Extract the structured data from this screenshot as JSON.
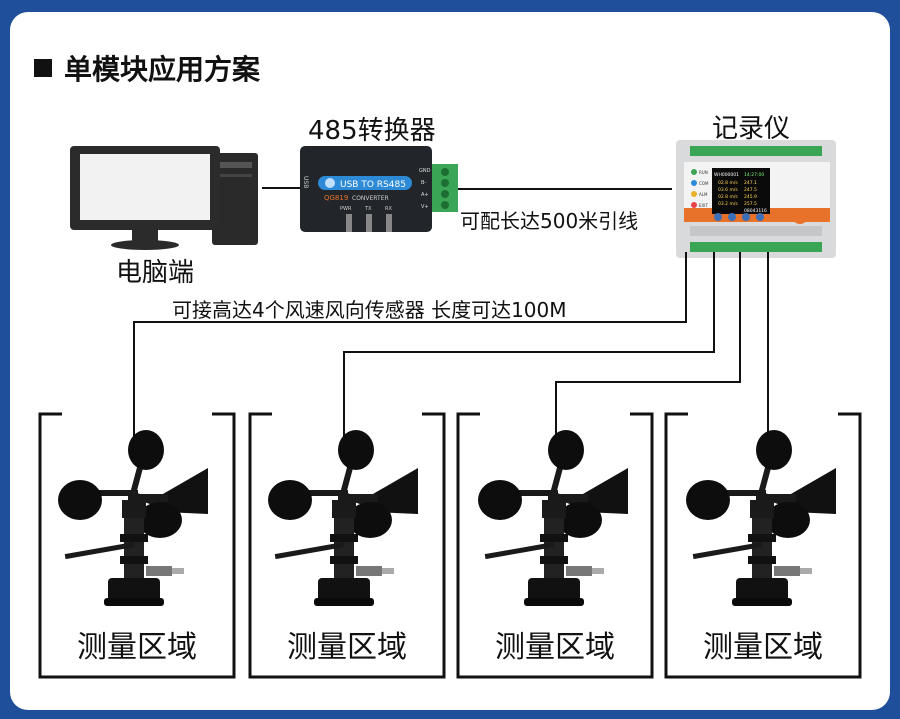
{
  "heading": {
    "title": "单模块应用方案"
  },
  "labels": {
    "converter": "485转换器",
    "recorder": "记录仪",
    "computer": "电脑端",
    "distance": "可配长达500米引线",
    "sensors_note": "可接高达4个风速风向传感器  长度可达100M"
  },
  "converter_device": {
    "text": "USB TO RS485",
    "model": "QG819",
    "subtitle": "CONVERTER",
    "port": "USB",
    "pins": [
      "GND",
      "B-",
      "A+",
      "V+"
    ],
    "leds": [
      "PWR",
      "TX",
      "RX"
    ]
  },
  "recorder_device": {
    "screen_title": "WH000001",
    "screen_time": "14:27:00",
    "rows": [
      {
        "a": "02.8 m/s",
        "b": "247.1"
      },
      {
        "a": "03.6 m/s",
        "b": "247.5"
      },
      {
        "a": "02.8 m/s",
        "b": "245.9"
      },
      {
        "a": "03.2 m/s",
        "b": "257.5"
      }
    ],
    "screen_footer": "08043116",
    "status_labels": [
      "RUN",
      "COM",
      "ALM",
      "EXIT"
    ]
  },
  "regions": [
    {
      "label": "测量区域"
    },
    {
      "label": "测量区域"
    },
    {
      "label": "测量区域"
    },
    {
      "label": "测量区域"
    }
  ],
  "colors": {
    "background": "#1f4f9a",
    "card": "#ffffff",
    "line": "#111111",
    "recorder_accent": "#e8722a",
    "terminal_green": "#3aa655"
  }
}
